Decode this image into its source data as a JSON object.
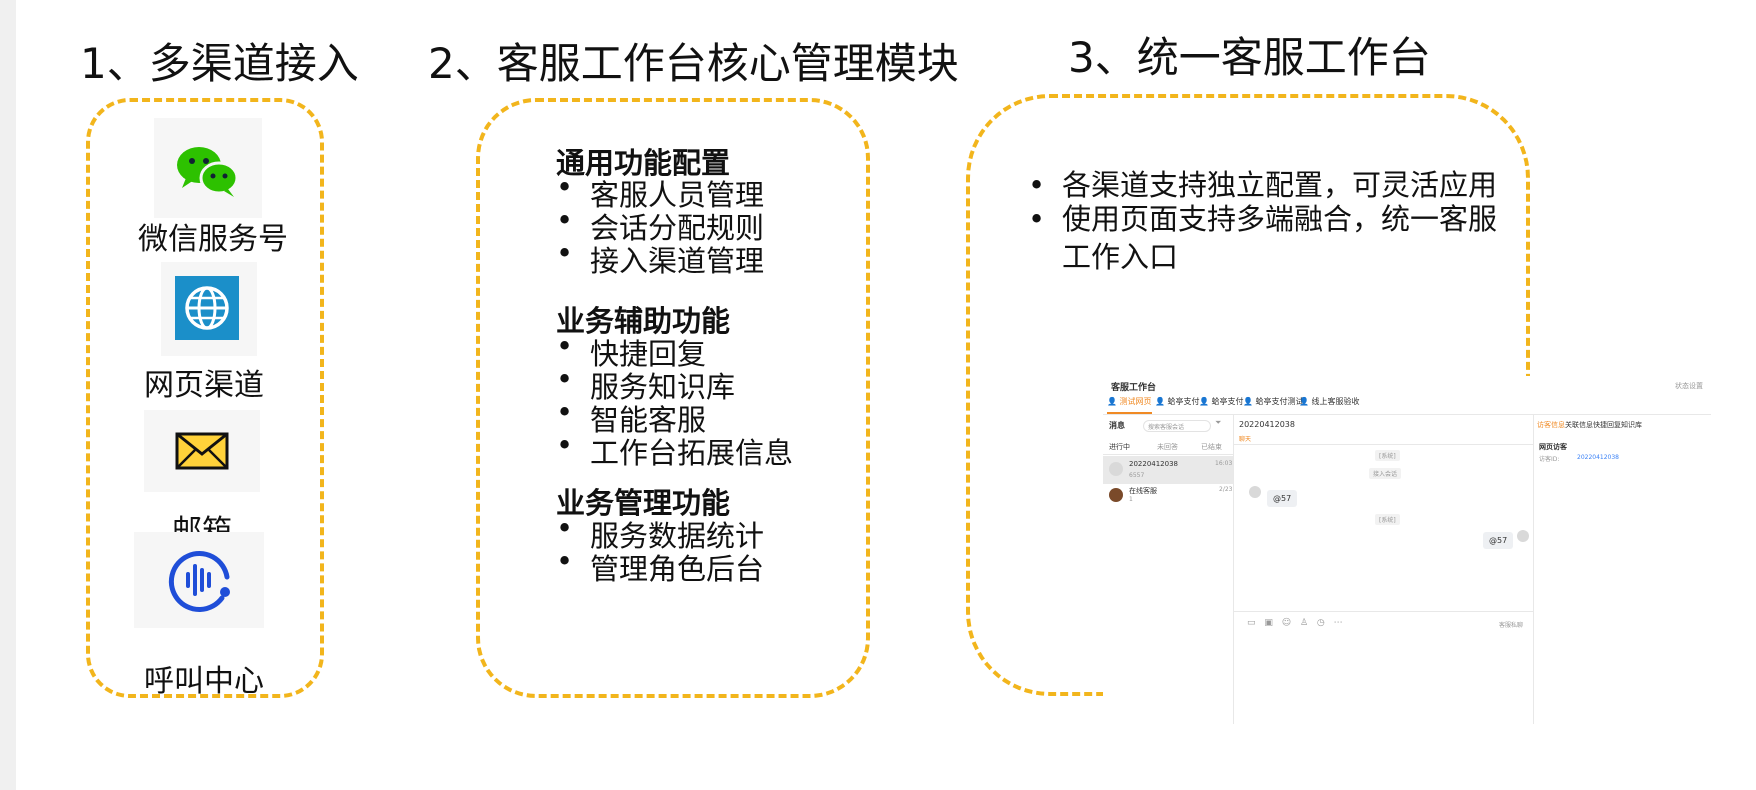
{
  "columns": [
    {
      "title": "1、多渠道接入",
      "channels": [
        {
          "label": "微信服务号",
          "icon": "wechat-icon"
        },
        {
          "label": "网页渠道",
          "icon": "globe-icon"
        },
        {
          "label": "邮箱",
          "icon": "mail-icon"
        },
        {
          "label": "呼叫中心",
          "icon": "call-center-icon"
        }
      ]
    },
    {
      "title": "2、客服工作台核心管理模块",
      "sections": [
        {
          "heading": "通用功能配置",
          "items": [
            "客服人员管理",
            "会话分配规则",
            "接入渠道管理"
          ]
        },
        {
          "heading": "业务辅助功能",
          "items": [
            "快捷回复",
            "服务知识库",
            "智能客服",
            "工作台拓展信息"
          ]
        },
        {
          "heading": "业务管理功能",
          "items": [
            "服务数据统计",
            "管理角色后台"
          ]
        }
      ]
    },
    {
      "title": "3、统一客服工作台",
      "bullets": [
        "各渠道支持独立配置，可灵活应用",
        "使用页面支持多端融合，统一客服工作入口"
      ]
    }
  ],
  "colors": {
    "dash": "#f2b51c",
    "orange": "#f08a24",
    "wechat": "#2dc100",
    "web": "#1b8fc9",
    "call": "#1f4ed8"
  },
  "screenshot": {
    "title": "客服工作台",
    "status_setting": "状态设置",
    "tabs": [
      "测试网页",
      "蛤亭支付",
      "蛤亭支付",
      "蛤亭支付测试",
      "线上客服验收"
    ],
    "messages_label": "消息",
    "search_placeholder": "搜索客服会话",
    "filters": [
      "进行中",
      "未回答",
      "已结束"
    ],
    "conversations": [
      {
        "name": "20220412038",
        "preview": "6557",
        "time": "16:03"
      },
      {
        "name": "在线客服",
        "preview": "1",
        "time": "2/23"
      }
    ],
    "chat_id": "20220412038",
    "chat_sub": "聊天",
    "system_1": "[系统]",
    "join_note": "接入会话",
    "msg_in": "@57",
    "system_2": "[系统]",
    "msg_out": "@57",
    "private_note": "客服私聊",
    "right_tabs": [
      "访客信息",
      "关联信息",
      "快捷回复",
      "知识库"
    ],
    "visitor_title": "网页访客",
    "visitor_id_label": "访客ID:",
    "visitor_id": "20220412038"
  }
}
